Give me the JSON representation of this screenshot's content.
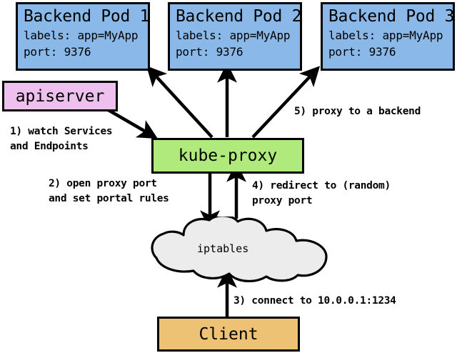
{
  "diagram": {
    "title": "kube-proxy Services proxy-mode userspace flow",
    "colors": {
      "pod": "#8ab8e8",
      "apiserver": "#eec0ee",
      "kubeproxy": "#b0ea7d",
      "client": "#eec275",
      "cloud": "#ececec",
      "stroke": "#000000"
    }
  },
  "pods": [
    {
      "title": "Backend Pod 1",
      "labels_line": "labels: app=MyApp",
      "port_line": "port: 9376"
    },
    {
      "title": "Backend Pod 2",
      "labels_line": "labels: app=MyApp",
      "port_line": "port: 9376"
    },
    {
      "title": "Backend Pod 3",
      "labels_line": "labels: app=MyApp",
      "port_line": "port: 9376"
    }
  ],
  "nodes": {
    "apiserver": "apiserver",
    "kubeproxy": "kube-proxy",
    "iptables": "iptables",
    "client": "Client"
  },
  "steps": {
    "step1_line1": "1) watch Services",
    "step1_line2": "and Endpoints",
    "step2_line1": "2) open proxy port",
    "step2_line2": "and set portal rules",
    "step3": "3) connect to 10.0.0.1:1234",
    "step4_line1": "4) redirect to (random)",
    "step4_line2": "proxy port",
    "step5": "5) proxy to a backend"
  }
}
